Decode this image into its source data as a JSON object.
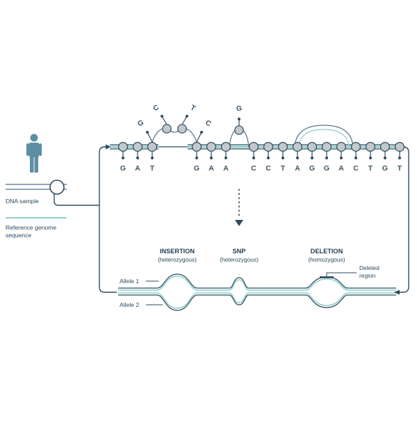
{
  "legend": {
    "dna_sample": "DNA sample",
    "reference_line1": "Reference genome",
    "reference_line2": "sequence",
    "dna_color": "#6d8698",
    "reference_color": "#8ccfd0"
  },
  "sequence": {
    "bases": [
      "G",
      "A",
      "T",
      "G",
      "A",
      "A",
      "C",
      "C",
      "T",
      "A",
      "G",
      "G",
      "A",
      "C",
      "T",
      "G",
      "T"
    ],
    "inserted_bases": [
      "G",
      "C",
      "T",
      "C"
    ],
    "snp_base": "G"
  },
  "variants": [
    {
      "name": "INSERTION",
      "zygosity": "(heterozygous)"
    },
    {
      "name": "SNP",
      "zygosity": "(heterozygous)"
    },
    {
      "name": "DELETION",
      "zygosity": "(homozygous)"
    }
  ],
  "alleles": {
    "allele1": "Allele 1",
    "allele2": "Allele 2"
  },
  "deleted_region": {
    "line1": "Deleted",
    "line2": "region"
  },
  "colors": {
    "dark": "#2e4a5d",
    "mid": "#5e7789",
    "light": "#8fcfd0",
    "node_fill": "#c3c8cc",
    "person": "#5c8fa3"
  }
}
